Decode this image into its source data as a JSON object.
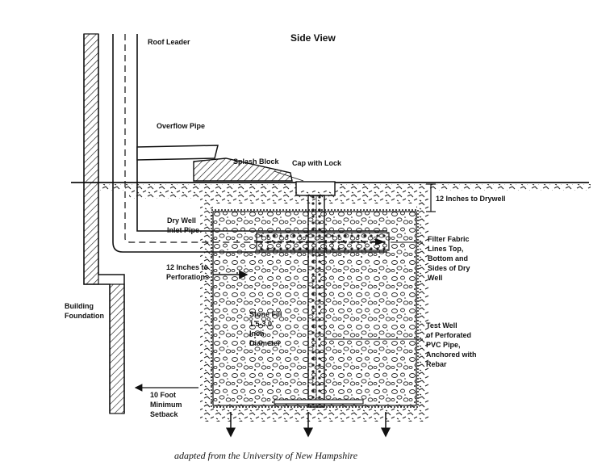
{
  "view_title": "Side View",
  "labels": {
    "roof_leader": "Roof Leader",
    "overflow_pipe": "Overflow Pipe",
    "splash_block": "Splash Block",
    "cap_with_lock": "Cap with Lock",
    "twelve_to_drywell": "12 Inches to Drywell",
    "dry_well_inlet": [
      "Dry Well",
      "Inlet Pipe"
    ],
    "filter_fabric": [
      "Filter Fabric",
      "Lines Top,",
      "Bottom and",
      "Sides of Dry",
      "Well"
    ],
    "twelve_to_perforations": [
      "12 Inches to",
      "Perforations"
    ],
    "building_foundation": [
      "Building",
      "Foundation"
    ],
    "stone_fill": [
      "Stone Fill",
      "1.5-3.0",
      "Inch",
      "Diameter"
    ],
    "test_well": [
      "Test Well",
      "of Perforated",
      "PVC Pipe,",
      "Anchored with",
      "Rebar"
    ],
    "setback": [
      "10 Foot",
      "Minimum",
      "Setback"
    ]
  },
  "credit": "adapted from the University of New Hampshire"
}
